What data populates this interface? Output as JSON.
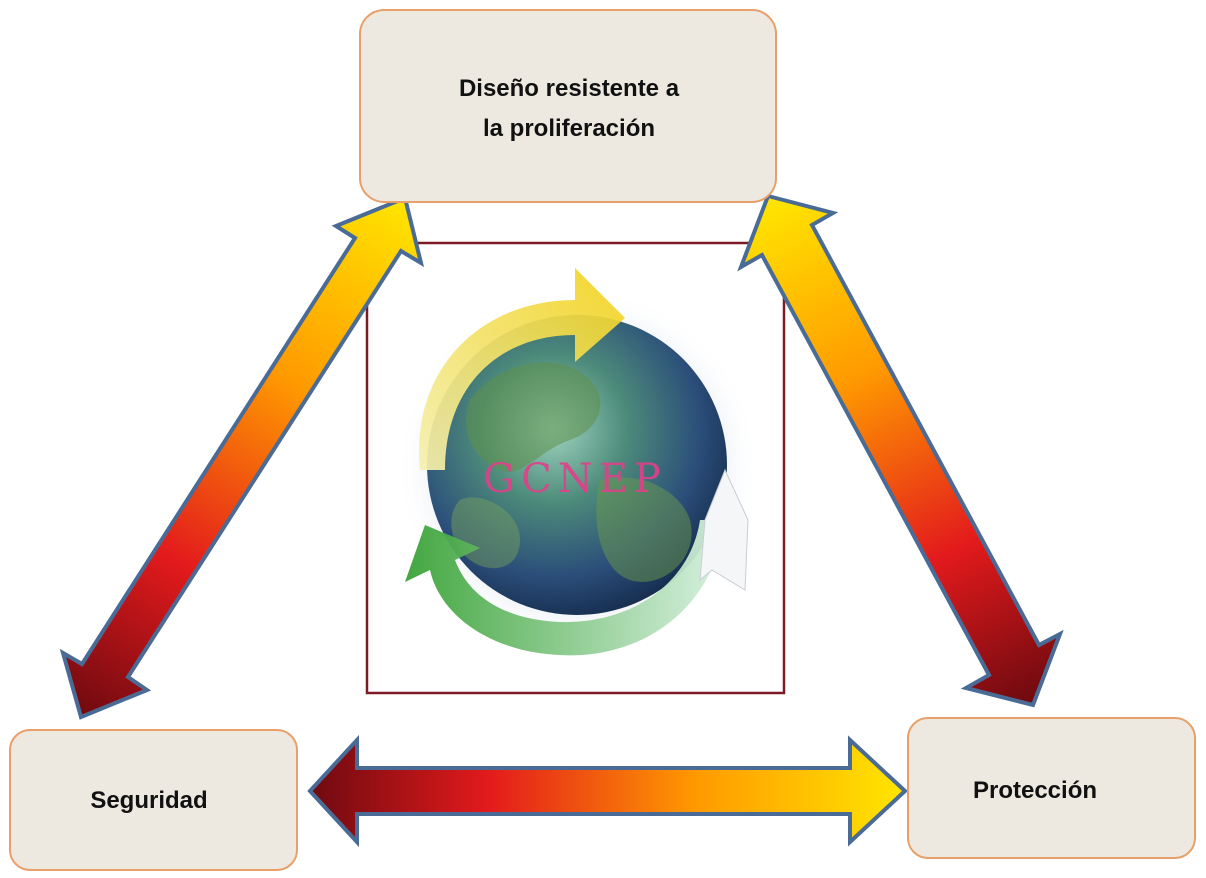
{
  "boxes": {
    "top": {
      "line1": "Diseño resistente a",
      "line2": "la proliferación"
    },
    "left": {
      "label": "Seguridad"
    },
    "right": {
      "label": "Protección"
    }
  },
  "logo": {
    "text": "GCNEP"
  },
  "colors": {
    "box_fill": "#ede9e1",
    "box_stroke": "#e8a06a",
    "arrow_outline": "#4a6b96",
    "arrow_yellow": "#ffe600",
    "arrow_orange": "#ff8c00",
    "arrow_red": "#e31a1c",
    "arrow_darkred": "#7a0a12",
    "frame": "#7b1b24",
    "logo_text": "#e0408a"
  }
}
